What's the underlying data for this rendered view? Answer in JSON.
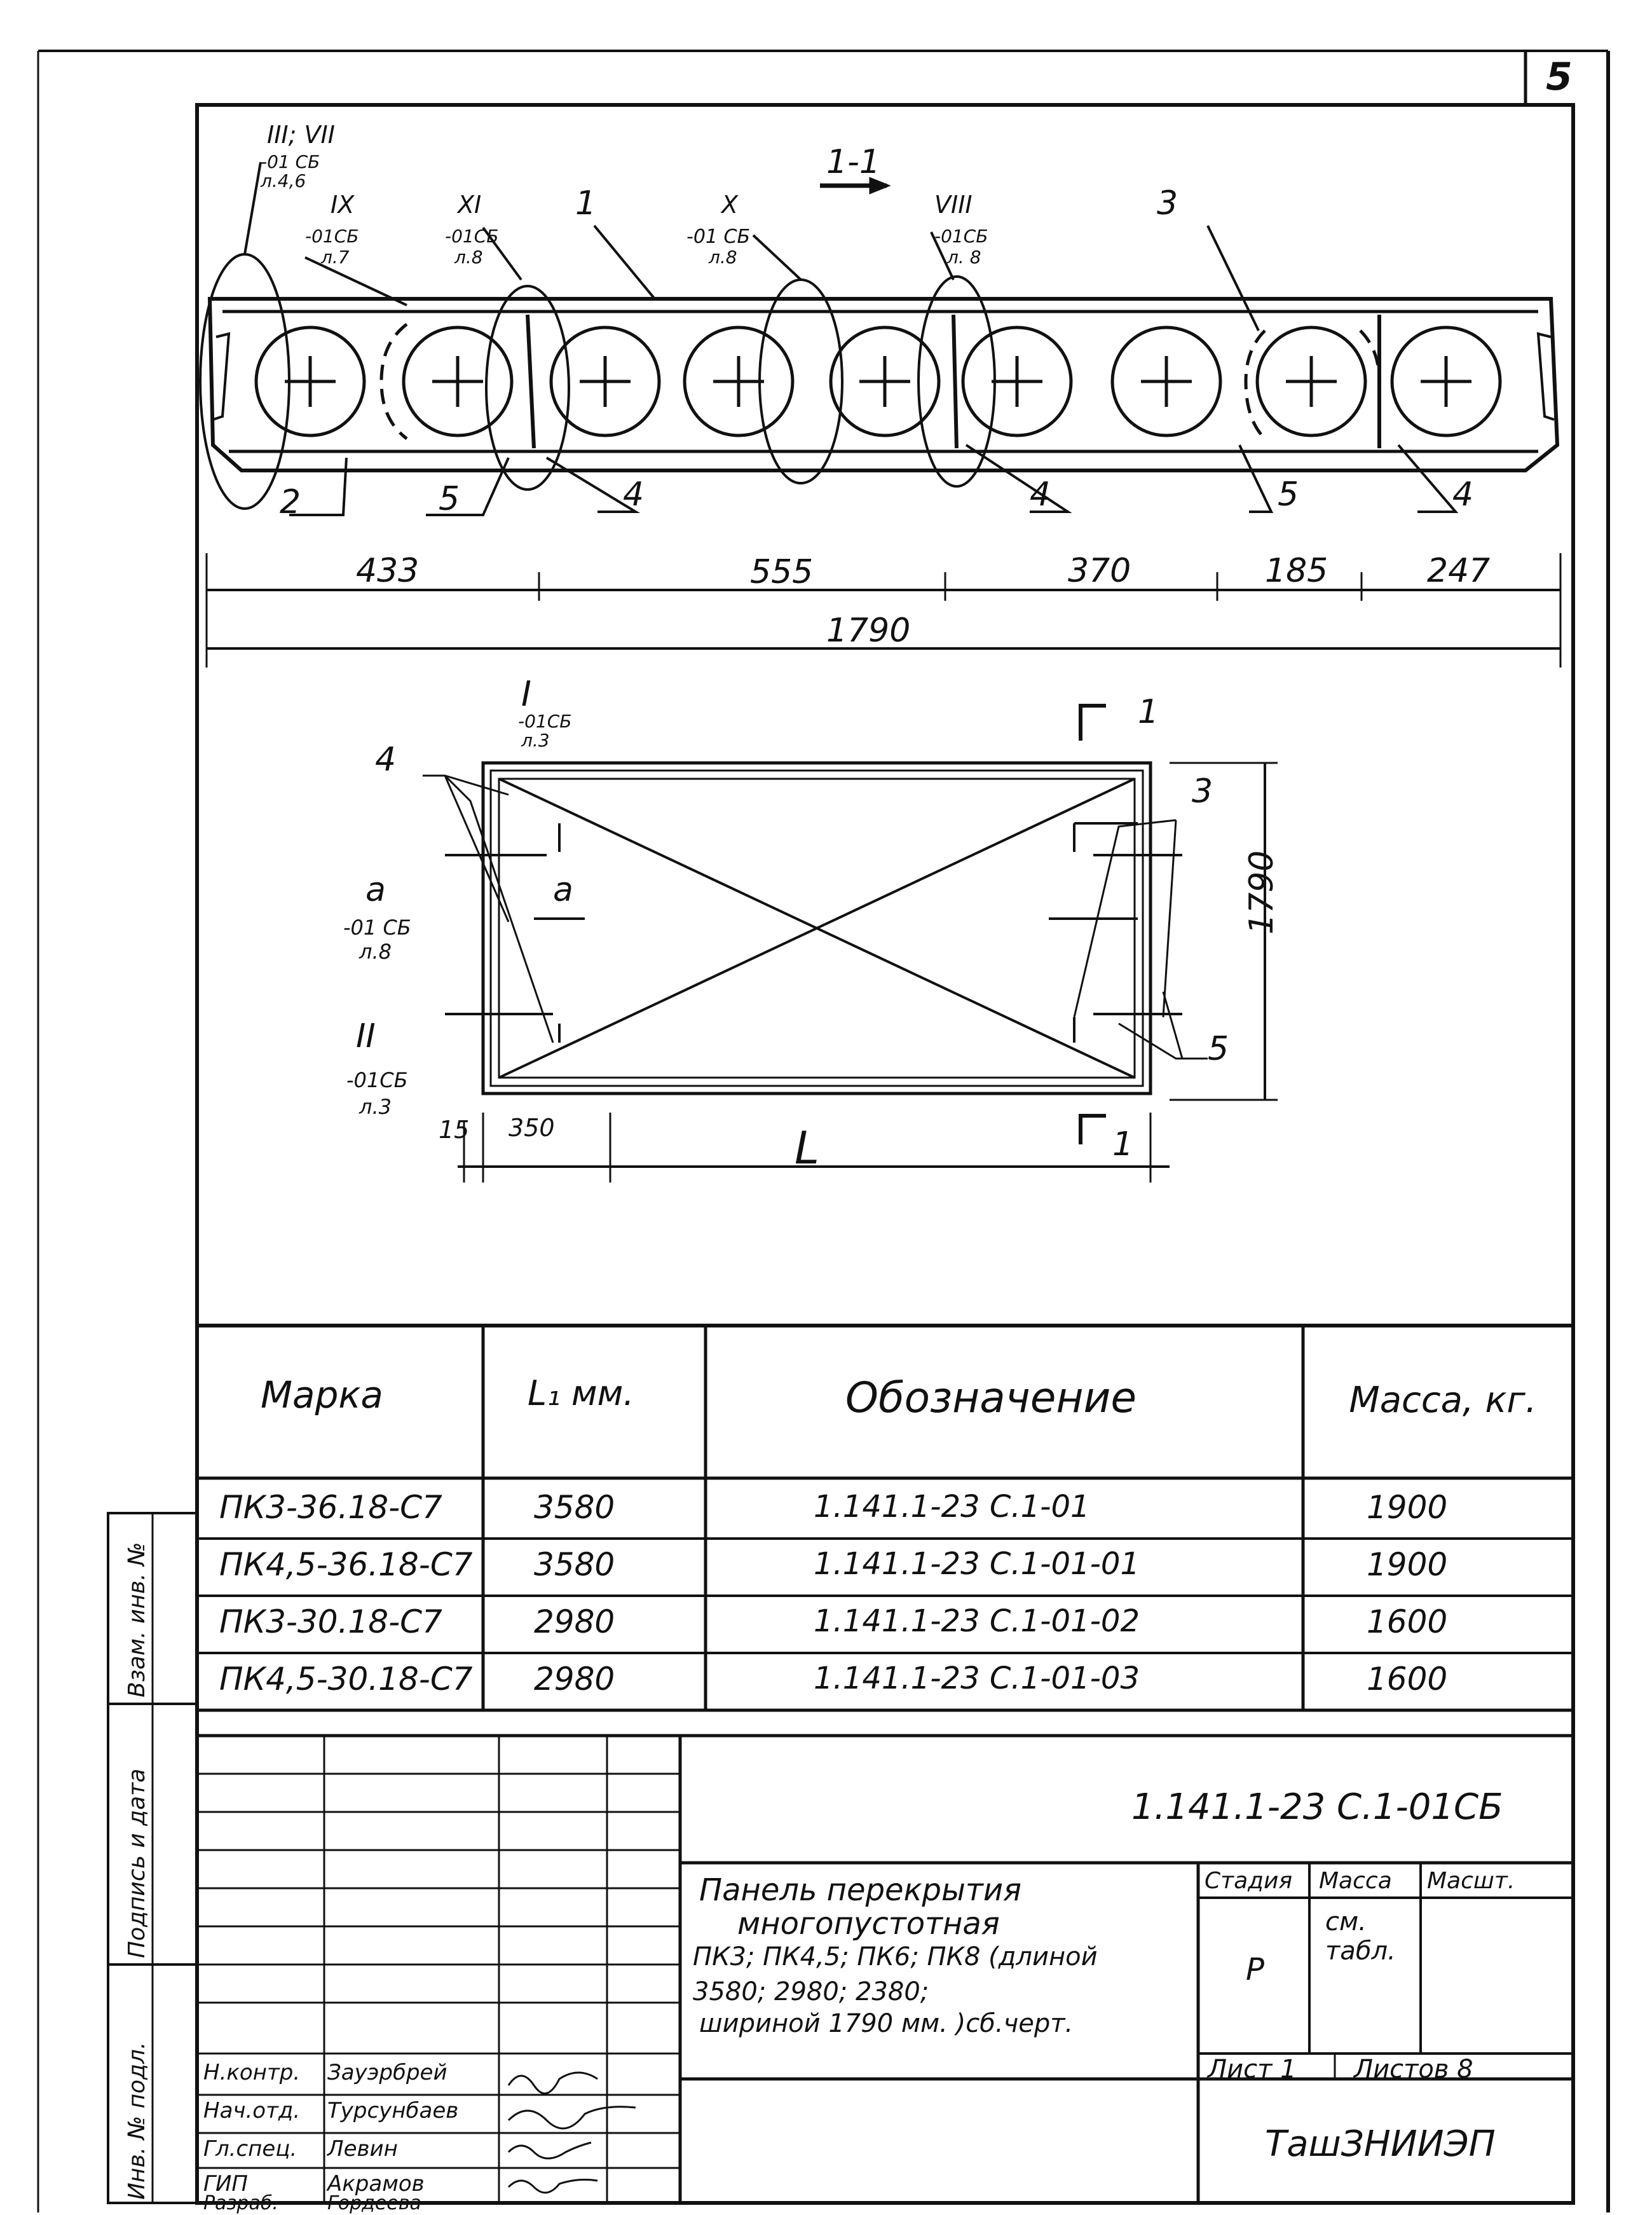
{
  "sheet_number": "5",
  "section": {
    "label": "1-1",
    "callouts": [
      {
        "roman": "III; VII",
        "ref": "-01 СБ",
        "sheet": "л.4,6"
      },
      {
        "roman": "IX",
        "ref": "-01СБ",
        "sheet": "л.7"
      },
      {
        "roman": "XI",
        "ref": "-01СБ",
        "sheet": "л.8"
      },
      {
        "roman": "X",
        "ref": "-01 СБ",
        "sheet": "л.8"
      },
      {
        "roman": "VIII",
        "ref": "-01СБ",
        "sheet": "л. 8"
      }
    ],
    "positions": {
      "p1": "1",
      "p2": "2",
      "p3": "3",
      "p4a": "4",
      "p4b": "4",
      "p4c": "4",
      "p5a": "5",
      "p5b": "5"
    },
    "dims": [
      "433",
      "555",
      "370",
      "185",
      "247"
    ],
    "total": "1790"
  },
  "plan": {
    "callout_I": {
      "roman": "I",
      "ref": "-01СБ",
      "sheet": "л.3"
    },
    "callout_a": {
      "roman": "а",
      "ref": "-01 СБ",
      "sheet": "л.8"
    },
    "callout_II": {
      "roman": "II",
      "ref": "-01СБ",
      "sheet": "л.3"
    },
    "section_mark": "1",
    "pos3": "3",
    "pos4": "4",
    "pos5": "5",
    "dim_15": "15",
    "dim_350": "350",
    "dim_L": "L",
    "dim_1790": "1790",
    "label_a": "а"
  },
  "spec_table": {
    "headers": [
      "Марка",
      "L₁ мм.",
      "Обозначение",
      "Масса, кг."
    ],
    "rows": [
      [
        "ПК3-36.18-С7",
        "3580",
        "1.141.1-23  С.1-01",
        "1900"
      ],
      [
        "ПК4,5-36.18-С7",
        "3580",
        "1.141.1-23 С.1-01-01",
        "1900"
      ],
      [
        "ПК3-30.18-С7",
        "2980",
        "1.141.1-23 С.1-01-02",
        "1600"
      ],
      [
        "ПК4,5-30.18-С7",
        "2980",
        "1.141.1-23 С.1-01-03",
        "1600"
      ]
    ]
  },
  "side_stamp": [
    "Инв. № подл.",
    "Подпись и дата",
    "Взам. инв. №"
  ],
  "title_block": {
    "doc_code": "1.141.1-23 С.1-01СБ",
    "title_lines": [
      "Панель перекрытия",
      "многопустотная",
      "ПК3; ПК4,5; ПК6; ПК8 (длиной",
      "3580; 2980; 2380;",
      "шириной   1790 мм. )сб.черт."
    ],
    "stage_header": "Стадия",
    "mass_header": "Масса",
    "scale_header": "Масшт.",
    "stage": "Р",
    "mass": "см. табл.",
    "sheet_label": "Лист 1",
    "sheets_label": "Листов 8",
    "org": "ТашЗНИИЭП",
    "roles": [
      {
        "role": "Н.контр.",
        "name": "Зауэрбрей"
      },
      {
        "role": "Нач.отд.",
        "name": "Турсунбаев"
      },
      {
        "role": "Гл.спец.",
        "name": "Левин"
      },
      {
        "role": "ГИП",
        "name": "Акрамов"
      },
      {
        "role": "Разраб.",
        "name": "Гордеева"
      }
    ]
  }
}
